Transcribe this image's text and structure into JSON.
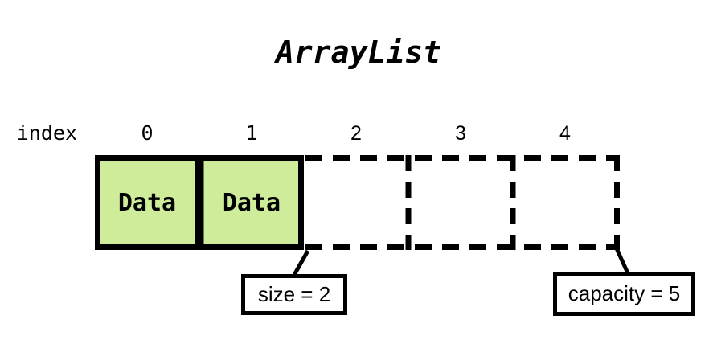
{
  "title": "ArrayList",
  "index_row": {
    "label": "index",
    "numbers": [
      "0",
      "1",
      "2",
      "3",
      "4"
    ]
  },
  "cells": [
    {
      "index": "0",
      "label": "Data",
      "state": "filled"
    },
    {
      "index": "1",
      "label": "Data",
      "state": "filled"
    },
    {
      "index": "2",
      "label": "",
      "state": "empty"
    },
    {
      "index": "3",
      "label": "",
      "state": "empty"
    },
    {
      "index": "4",
      "label": "",
      "state": "empty"
    }
  ],
  "annotations": {
    "size": "size = 2",
    "capacity": "capacity = 5"
  },
  "colors": {
    "filled_cell": "#cfec9b",
    "line": "#000000",
    "background": "#ffffff"
  }
}
